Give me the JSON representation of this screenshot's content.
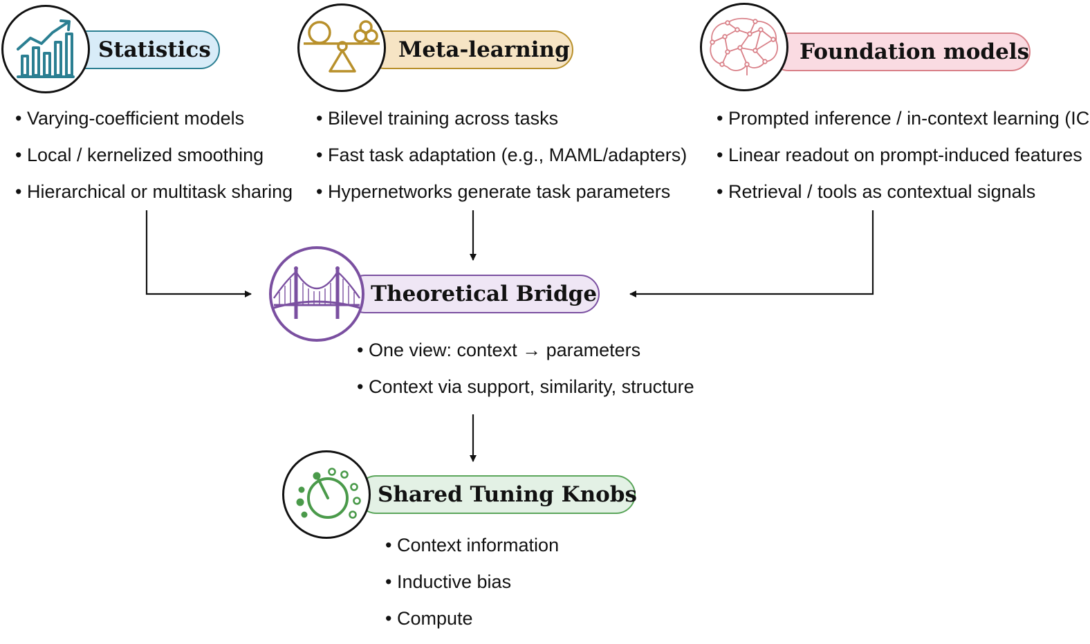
{
  "statistics": {
    "title": "Statistics",
    "icon": "growth-chart-icon",
    "color": "#2b7f92",
    "fill": "#d8ecf8",
    "items": [
      "Varying-coefficient models",
      "Local / kernelized smoothing",
      "Hierarchical or multitask sharing"
    ]
  },
  "meta_learning": {
    "title": "Meta-learning",
    "icon": "balance-scale-icon",
    "color": "#b8902b",
    "fill": "#f6e4c4",
    "items": [
      "Bilevel training across tasks",
      "Fast task adaptation (e.g., MAML/adapters)",
      "Hypernetworks generate task parameters"
    ]
  },
  "foundation_models": {
    "title": "Foundation models",
    "icon": "neural-brain-icon",
    "color": "#d98088",
    "fill": "#fadbe2",
    "items": [
      "Prompted inference / in-context learning (ICL)",
      "Linear readout on prompt-induced features",
      "Retrieval / tools as contextual signals"
    ]
  },
  "bridge": {
    "title": "Theoretical Bridge",
    "icon": "suspension-bridge-icon",
    "color": "#7a4fa0",
    "fill": "#efe6f5",
    "items": [
      "One view: context → parameters",
      "Context via support, similarity, structure"
    ]
  },
  "knobs": {
    "title": "Shared Tuning Knobs",
    "icon": "tuning-dial-icon",
    "color": "#5aa55a",
    "fill": "#e3f1e5",
    "items": [
      "Context information",
      "Inductive bias",
      "Compute"
    ]
  }
}
